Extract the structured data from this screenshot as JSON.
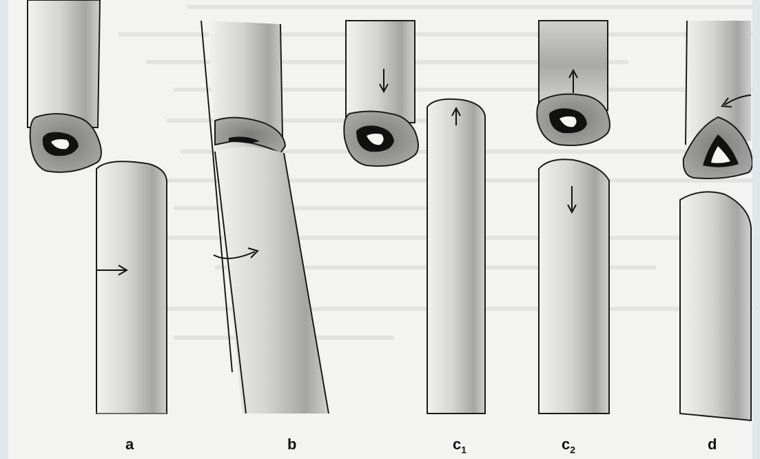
{
  "figure": {
    "panel_labels": [
      {
        "id": "a",
        "main": "a",
        "sub": ""
      },
      {
        "id": "b",
        "main": "b",
        "sub": ""
      },
      {
        "id": "c1",
        "main": "c",
        "sub": "1"
      },
      {
        "id": "c2",
        "main": "c",
        "sub": "2"
      },
      {
        "id": "d",
        "main": "d",
        "sub": ""
      }
    ],
    "colors": {
      "bone_light": "#ececea",
      "bone_shade": "#9a9a98",
      "marrow_ring": "#8f8f8d",
      "cavity": "#111111",
      "outline": "#1a1a1a",
      "background": "#f3f3f1"
    }
  }
}
